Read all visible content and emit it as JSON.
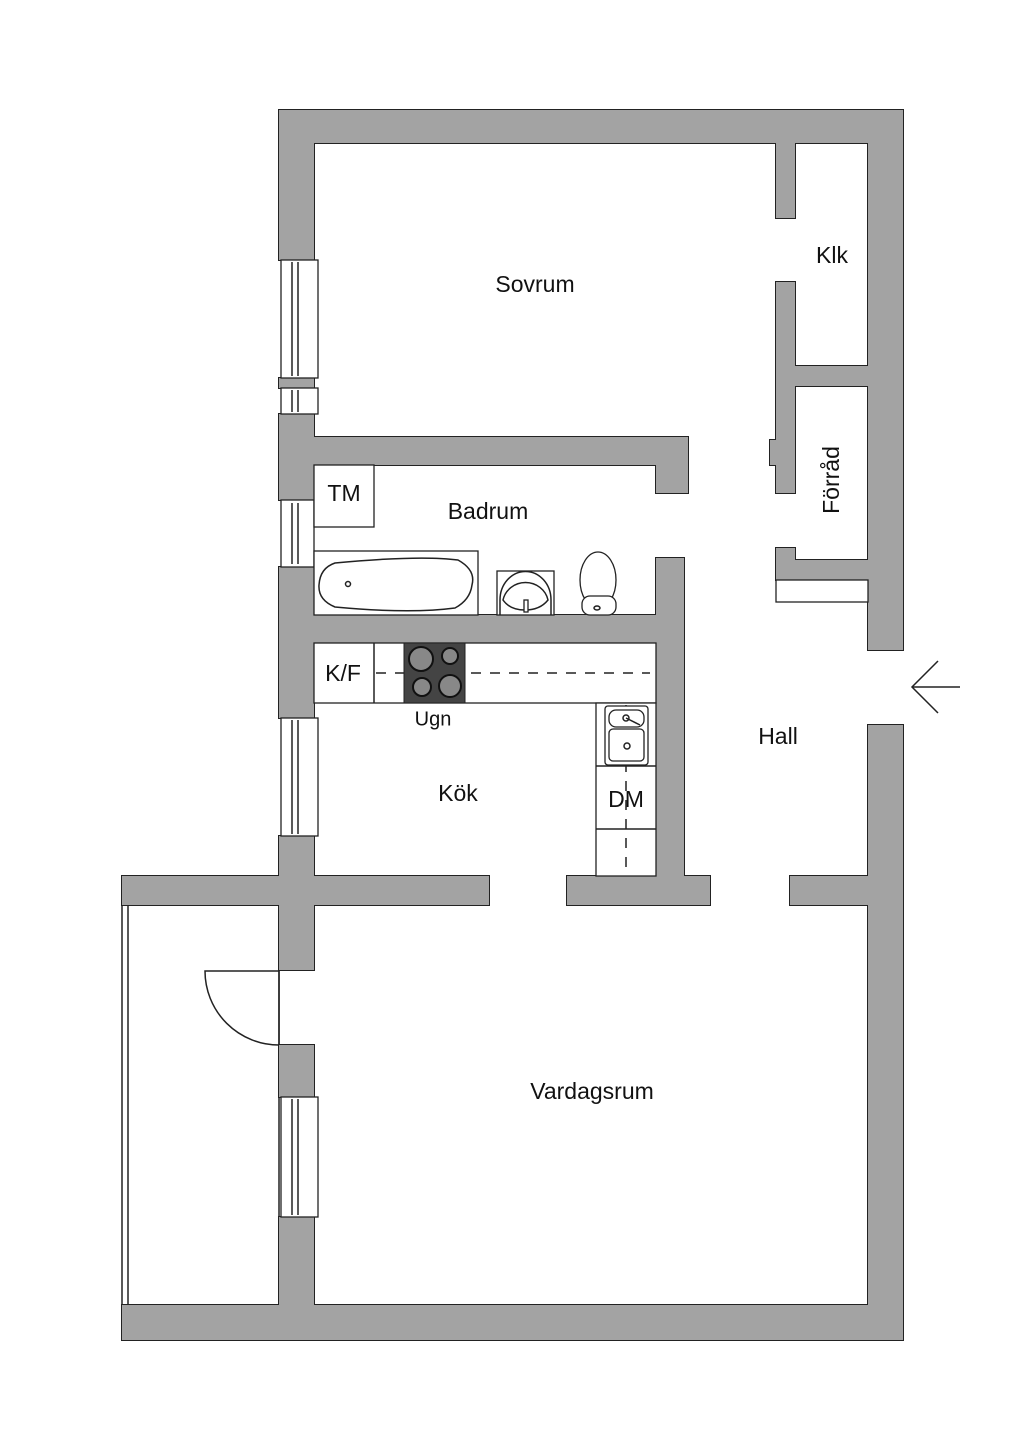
{
  "rooms": {
    "sovrum": "Sovrum",
    "klk": "Klk",
    "forrad": "Förråd",
    "badrum": "Badrum",
    "tm": "TM",
    "kf": "K/F",
    "ugn": "Ugn",
    "kok": "Kök",
    "dm": "DM",
    "hall": "Hall",
    "vardagsrum": "Vardagsrum"
  },
  "colors": {
    "wall": "#a3a3a3",
    "outline": "#222222",
    "stove": "#444444"
  },
  "icons": {
    "entrance": "arrow-left-icon"
  }
}
